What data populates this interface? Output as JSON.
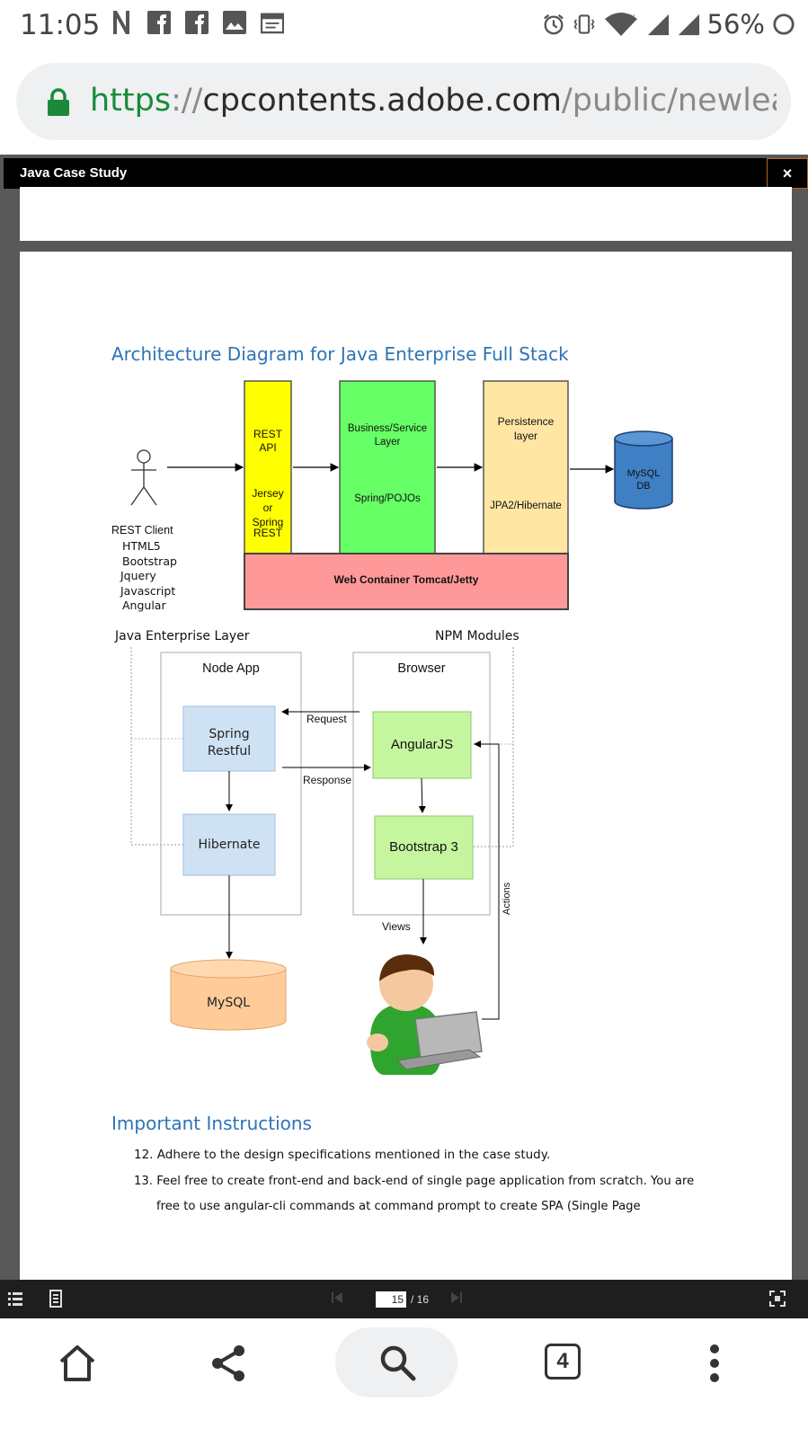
{
  "status_bar": {
    "time": "11:05",
    "battery": "56%",
    "left_icons": [
      "n-icon",
      "facebook-icon",
      "facebook-icon",
      "image-icon",
      "calendar-icon"
    ],
    "right_icons": [
      "alarm-icon",
      "vibrate-icon",
      "wifi-icon",
      "signal-icon"
    ]
  },
  "browser": {
    "url_scheme": "https",
    "url_sep": "://",
    "url_host": "cpcontents.adobe.com",
    "url_path": "/public/newleai"
  },
  "viewer": {
    "title": "Java Case Study",
    "close_label": "×",
    "current_page": "15",
    "page_total": "/ 16"
  },
  "document": {
    "heading1": "Architecture Diagram for Java Enterprise Full Stack",
    "heading2": "Important Instructions",
    "instructions": [
      {
        "num": "12.",
        "text": "Adhere to the design specifications mentioned in the case study."
      },
      {
        "num": "13.",
        "text": "Feel free to create front-end and back-end of single page application from scratch. You are"
      },
      {
        "num": "",
        "text": "free  to  use  angular-cli  commands  at  command  prompt  to  create  SPA  (Single  Page"
      }
    ]
  },
  "diagram1": {
    "rest_api": "REST API",
    "rest_api_l1": "REST",
    "rest_api_l2": "API",
    "jersey": [
      "Jersey",
      "or",
      "Spring",
      "REST"
    ],
    "business_l1": "Business/Service",
    "business_l2": "Layer",
    "spring_pojos": "Spring/POJOs",
    "persistence_l1": "Persistence",
    "persistence_l2": "layer",
    "jpa": "JPA2/Hibernate",
    "mysql_l1": "MySQL",
    "mysql_l2": "DB",
    "web_container": "Web Container Tomcat/Jetty",
    "rest_client": "REST Client",
    "client_items": [
      "HTML5",
      "Bootstrap",
      "Jquery",
      "Javascript",
      "Angular"
    ]
  },
  "diagram2": {
    "java_layer": "Java Enterprise Layer",
    "npm_modules": "NPM Modules",
    "node_app": "Node App",
    "browser": "Browser",
    "spring_l1": "Spring",
    "spring_l2": "Restful",
    "angularjs": "AngularJS",
    "hibernate": "Hibernate",
    "bootstrap3": "Bootstrap 3",
    "request": "Request",
    "response": "Response",
    "views": "Views",
    "actions": "Actions",
    "mysql": "MySQL"
  },
  "nav": {
    "tab_count": "4"
  },
  "colors": {
    "heading_blue": "#2e74b5",
    "yellow": "#ffff00",
    "green": "#66ff66",
    "tan": "#ffe6a3",
    "pink": "#ff9999",
    "db_blue": "#3f7fc4",
    "light_blue": "#cfe2f3",
    "light_green": "#c6f5a0",
    "orange": "#ffcc99"
  }
}
